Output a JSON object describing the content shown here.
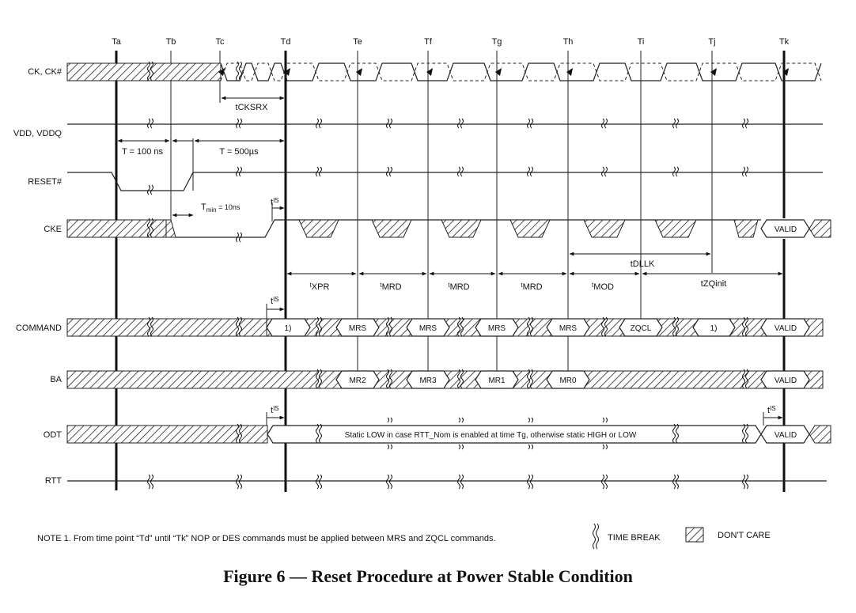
{
  "time_points": [
    "Ta",
    "Tb",
    "Tc",
    "Td",
    "Te",
    "Tf",
    "Tg",
    "Th",
    "Ti",
    "Tj",
    "Tk"
  ],
  "signals": {
    "ck": "CK, CK#",
    "vdd": "VDD, VDDQ",
    "reset": "RESET#",
    "cke": "CKE",
    "command": "COMMAND",
    "ba": "BA",
    "odt": "ODT",
    "rtt": "RTT"
  },
  "timing": {
    "tcksrx": "tCKSRX",
    "t_100ns": "T = 100 ns",
    "t_500us": "T = 500µs",
    "tmin_main": "T",
    "tmin_sub": "min",
    "tmin_value": " = 10ns",
    "tis_prefix": "t",
    "tis_sub": "IS",
    "tdllk": "tDLLK",
    "txpr_prefix": "t",
    "txpr_main": "XPR",
    "tmrd_prefix": "t",
    "tmrd_main": "MRD",
    "tmod_prefix": "t",
    "tmod_main": "MOD",
    "tzqinit": "tZQinit"
  },
  "command_values": [
    "1)",
    "MRS",
    "MRS",
    "MRS",
    "MRS",
    "ZQCL",
    "1)",
    "VALID"
  ],
  "ba_values": [
    "MR2",
    "MR3",
    "MR1",
    "MR0",
    "VALID"
  ],
  "cke_valid": "VALID",
  "odt_valid": "VALID",
  "odt_note": "Static LOW in case RTT_Nom is enabled at time Tg, otherwise static HIGH or LOW",
  "note": "NOTE 1.  From time point “Td” until “Tk” NOP or DES commands must be applied between MRS and ZQCL commands.",
  "legend": {
    "time_break": "TIME BREAK",
    "dont_care": "DON'T CARE"
  },
  "caption": "Figure 6 — Reset Procedure at Power Stable Condition"
}
